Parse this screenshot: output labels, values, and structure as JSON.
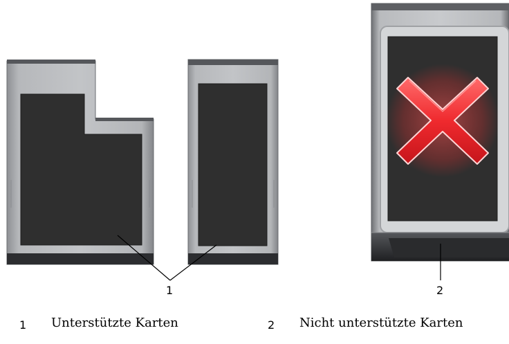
{
  "callouts": {
    "supported": "1",
    "unsupported": "2"
  },
  "legend": [
    {
      "number": "1",
      "text": "Unterstützte Karten"
    },
    {
      "number": "2",
      "text": "Nicht unterstützte Karten"
    }
  ],
  "colors": {
    "card_frame": "#a9abae",
    "card_frame_dark": "#7d7f82",
    "card_label": "#2e2e2e",
    "card_bottom_band": "#3a3c3f",
    "x_mark": "#e8222a"
  }
}
